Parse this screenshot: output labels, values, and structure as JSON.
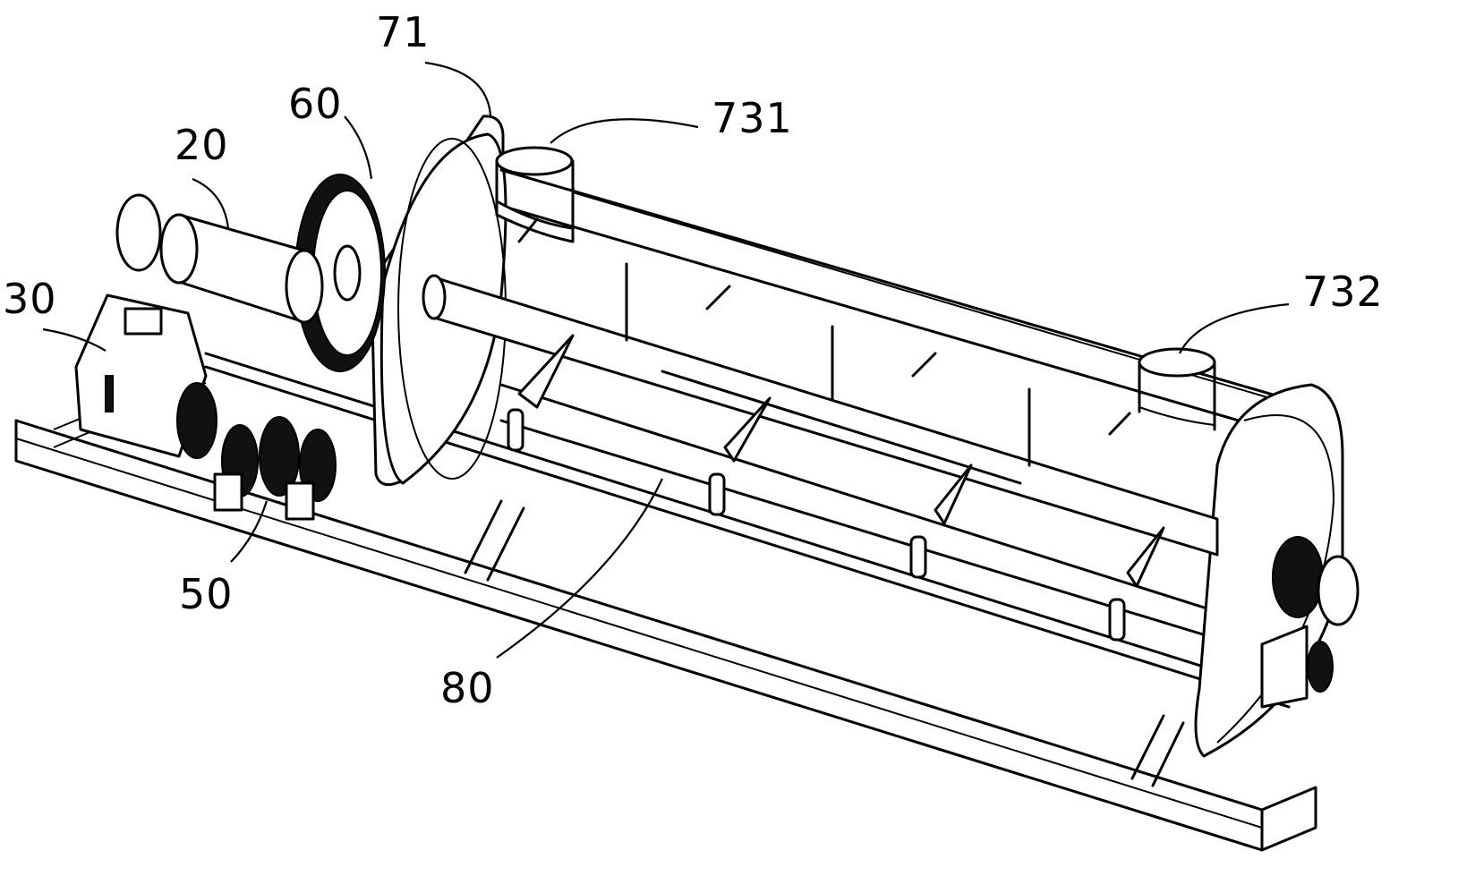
{
  "figure": {
    "labels": {
      "l20": "20",
      "l30": "30",
      "l50": "50",
      "l60": "60",
      "l71": "71",
      "l731": "731",
      "l732": "732",
      "l80": "80"
    }
  }
}
